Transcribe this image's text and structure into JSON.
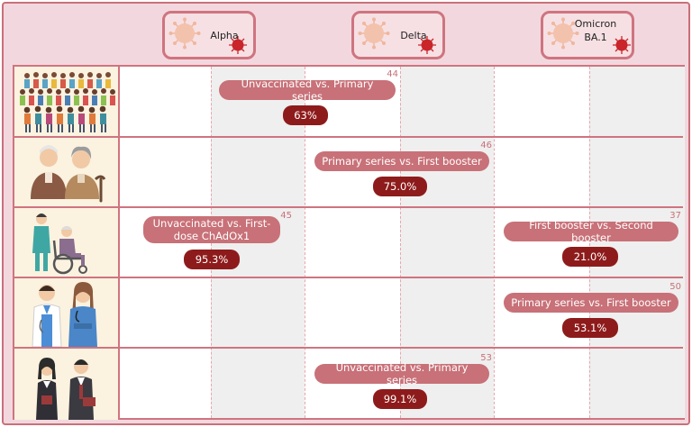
{
  "variants": [
    {
      "label": "Alpha"
    },
    {
      "label": "Delta"
    },
    {
      "label": "Omicron BA.1"
    }
  ],
  "row_icons": [
    "crowd-icon",
    "elderly-couple-icon",
    "caregiver-wheelchair-icon",
    "healthcare-workers-icon",
    "students-icon"
  ],
  "studies": [
    {
      "comparison": "Unvaccinated vs. Primary series",
      "effectiveness": "63%",
      "ref": "44",
      "variant": "Delta"
    },
    {
      "comparison": "Primary series vs. First booster",
      "effectiveness": "75.0%",
      "ref": "46",
      "variant": "Delta"
    },
    {
      "comparison": "Unvaccinated vs. First-dose ChAdOx1",
      "effectiveness": "95.3%",
      "ref": "45",
      "variant": "Alpha"
    },
    {
      "comparison": "First booster vs. Second booster",
      "effectiveness": "21.0%",
      "ref": "37",
      "variant": "Omicron BA.1"
    },
    {
      "comparison": "Primary series vs. First booster",
      "effectiveness": "53.1%",
      "ref": "50",
      "variant": "Omicron BA.1"
    },
    {
      "comparison": "Unvaccinated vs. Primary series",
      "effectiveness": "99.1%",
      "ref": "53",
      "variant": "Delta"
    }
  ],
  "colors": {
    "frame": "#c9707a",
    "pill": "#c87178",
    "value": "#8e1b1b",
    "virus": "#f0b69e",
    "virus_dark": "#c9252b"
  }
}
